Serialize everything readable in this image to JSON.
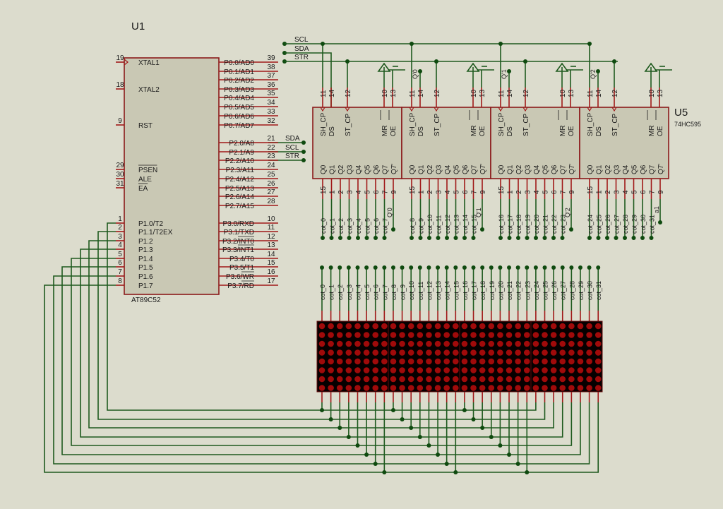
{
  "schematic": {
    "title": "AT89C52 + 74HC595 LED Matrix Schematic",
    "colors": {
      "background": "#dcdccd",
      "component_body": "#c9c8b4",
      "component_outline": "#8b1a1a",
      "pin": "#a01818",
      "wire": "#1e5a1e",
      "junction": "#0f4a0f",
      "led_on": "#a00a0a",
      "matrix_body": "#060000"
    },
    "mcu": {
      "ref": "U1",
      "part": "AT89C52",
      "left_pins": [
        {
          "num": "19",
          "name": "XTAL1",
          "clock": true
        },
        {
          "num": "18",
          "name": "XTAL2"
        },
        {
          "num": "9",
          "name": "RST"
        },
        {
          "num": "29",
          "name": "PSEN",
          "overline": true
        },
        {
          "num": "30",
          "name": "ALE"
        },
        {
          "num": "31",
          "name": "EA",
          "overline": true
        },
        {
          "num": "1",
          "name": "P1.0/T2"
        },
        {
          "num": "2",
          "name": "P1.1/T2EX"
        },
        {
          "num": "3",
          "name": "P1.2"
        },
        {
          "num": "4",
          "name": "P1.3"
        },
        {
          "num": "5",
          "name": "P1.4"
        },
        {
          "num": "6",
          "name": "P1.5"
        },
        {
          "num": "7",
          "name": "P1.6"
        },
        {
          "num": "8",
          "name": "P1.7"
        }
      ],
      "right_pins": [
        {
          "num": "39",
          "name": "P0.0/AD0"
        },
        {
          "num": "38",
          "name": "P0.1/AD1"
        },
        {
          "num": "37",
          "name": "P0.2/AD2"
        },
        {
          "num": "36",
          "name": "P0.3/AD3"
        },
        {
          "num": "35",
          "name": "P0.4/AD4"
        },
        {
          "num": "34",
          "name": "P0.5/AD5"
        },
        {
          "num": "33",
          "name": "P0.6/AD6"
        },
        {
          "num": "32",
          "name": "P0.7/AD7"
        },
        {
          "num": "21",
          "name": "P2.0/A8",
          "net": "SDA"
        },
        {
          "num": "22",
          "name": "P2.1/A9",
          "net": "SCL"
        },
        {
          "num": "23",
          "name": "P2.2/A10",
          "net": "STR"
        },
        {
          "num": "24",
          "name": "P2.3/A11"
        },
        {
          "num": "25",
          "name": "P2.4/A12"
        },
        {
          "num": "26",
          "name": "P2.5/A13"
        },
        {
          "num": "27",
          "name": "P2.6/A14"
        },
        {
          "num": "28",
          "name": "P2.7/A15"
        },
        {
          "num": "10",
          "name": "P3.0/RXD"
        },
        {
          "num": "11",
          "name": "P3.1/TXD"
        },
        {
          "num": "12",
          "name": "P3.2/INT0"
        },
        {
          "num": "13",
          "name": "P3.3/INT1"
        },
        {
          "num": "14",
          "name": "P3.4/T0"
        },
        {
          "num": "15",
          "name": "P3.5/T1"
        },
        {
          "num": "16",
          "name": "P3.6/WR"
        },
        {
          "num": "17",
          "name": "P3.7/RD"
        }
      ]
    },
    "bus_labels": [
      "SCL",
      "SDA",
      "STR"
    ],
    "shift_registers": {
      "part": "74HC595",
      "visible_ref": "U5",
      "top_pins": [
        {
          "num": "11",
          "name": "SH_CP",
          "clock": true
        },
        {
          "num": "14",
          "name": "DS"
        },
        {
          "num": "12",
          "name": "ST_CP",
          "clock": true
        },
        {
          "num": "10",
          "name": "MR",
          "overline": true
        },
        {
          "num": "13",
          "name": "OE",
          "overline": true
        }
      ],
      "bottom_pins": [
        {
          "num": "15",
          "name": "Q0"
        },
        {
          "num": "1",
          "name": "Q1"
        },
        {
          "num": "2",
          "name": "Q2"
        },
        {
          "num": "3",
          "name": "Q3"
        },
        {
          "num": "4",
          "name": "Q4"
        },
        {
          "num": "5",
          "name": "Q5"
        },
        {
          "num": "6",
          "name": "Q6"
        },
        {
          "num": "7",
          "name": "Q7"
        },
        {
          "num": "9",
          "name": "Q7'"
        }
      ],
      "chips": [
        {
          "ds_net": "SDA",
          "q7s_net": "Q'0",
          "outputs": [
            "cot_0",
            "cot_1",
            "cot_2",
            "cot_3",
            "cot_4",
            "cot_5",
            "cot_6",
            "cot_7"
          ]
        },
        {
          "ds_net": "Q'0",
          "q7s_net": "Q'1",
          "outputs": [
            "cot_8",
            "cot_9",
            "cot_10",
            "cot_11",
            "cot_12",
            "cot_13",
            "cot_14",
            "cot_15"
          ]
        },
        {
          "ds_net": "Q'1",
          "q7s_net": "Q'2",
          "outputs": [
            "cot_16",
            "cot_17",
            "cot_18",
            "cot_19",
            "cot_20",
            "cot_21",
            "cot_22",
            "cot_23"
          ]
        },
        {
          "ds_net": "Q'2",
          "q7s_net": "a1",
          "outputs": [
            "cot_24",
            "cot_25",
            "cot_26",
            "cot_27",
            "cot_28",
            "cot_29",
            "cot_30",
            "cot_31"
          ]
        }
      ]
    },
    "matrix": {
      "columns": [
        "cot_0",
        "cot_1",
        "cot_2",
        "cot_3",
        "cot_4",
        "cot_5",
        "cot_6",
        "cot_7",
        "cot_8",
        "cot_9",
        "cot_10",
        "cot_11",
        "cot_12",
        "cot_13",
        "cot_14",
        "cot_15",
        "cot_16",
        "cot_17",
        "cot_18",
        "cot_19",
        "cot_20",
        "cot_21",
        "cot_22",
        "cot_23",
        "cot_24",
        "cot_25",
        "cot_26",
        "cot_27",
        "cot_28",
        "cot_29",
        "cot_30",
        "cot_31"
      ],
      "rows": 8,
      "modules": 4,
      "row_source": [
        "P1.0",
        "P1.1",
        "P1.2",
        "P1.3",
        "P1.4",
        "P1.5",
        "P1.6",
        "P1.7"
      ]
    }
  }
}
